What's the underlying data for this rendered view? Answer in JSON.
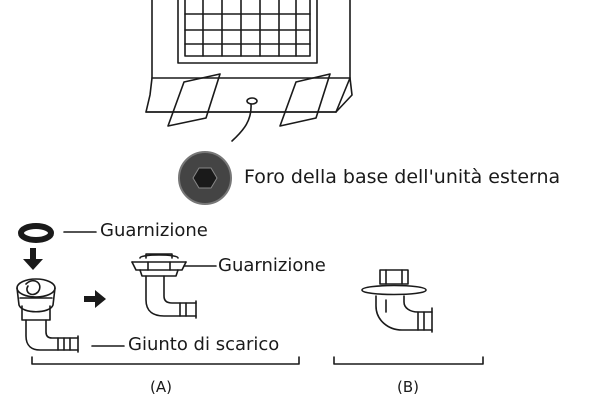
{
  "labels": {
    "base_hole": "Foro della base dell'unità esterna",
    "gasket_top": "Guarnizione",
    "gasket_mid": "Guarnizione",
    "drain_joint": "Giunto di scarico",
    "group_a": "(A)",
    "group_b": "(B)"
  },
  "colors": {
    "ink": "#1a1a1a",
    "hole_fill": "#444444",
    "hole_ring": "#777777"
  }
}
